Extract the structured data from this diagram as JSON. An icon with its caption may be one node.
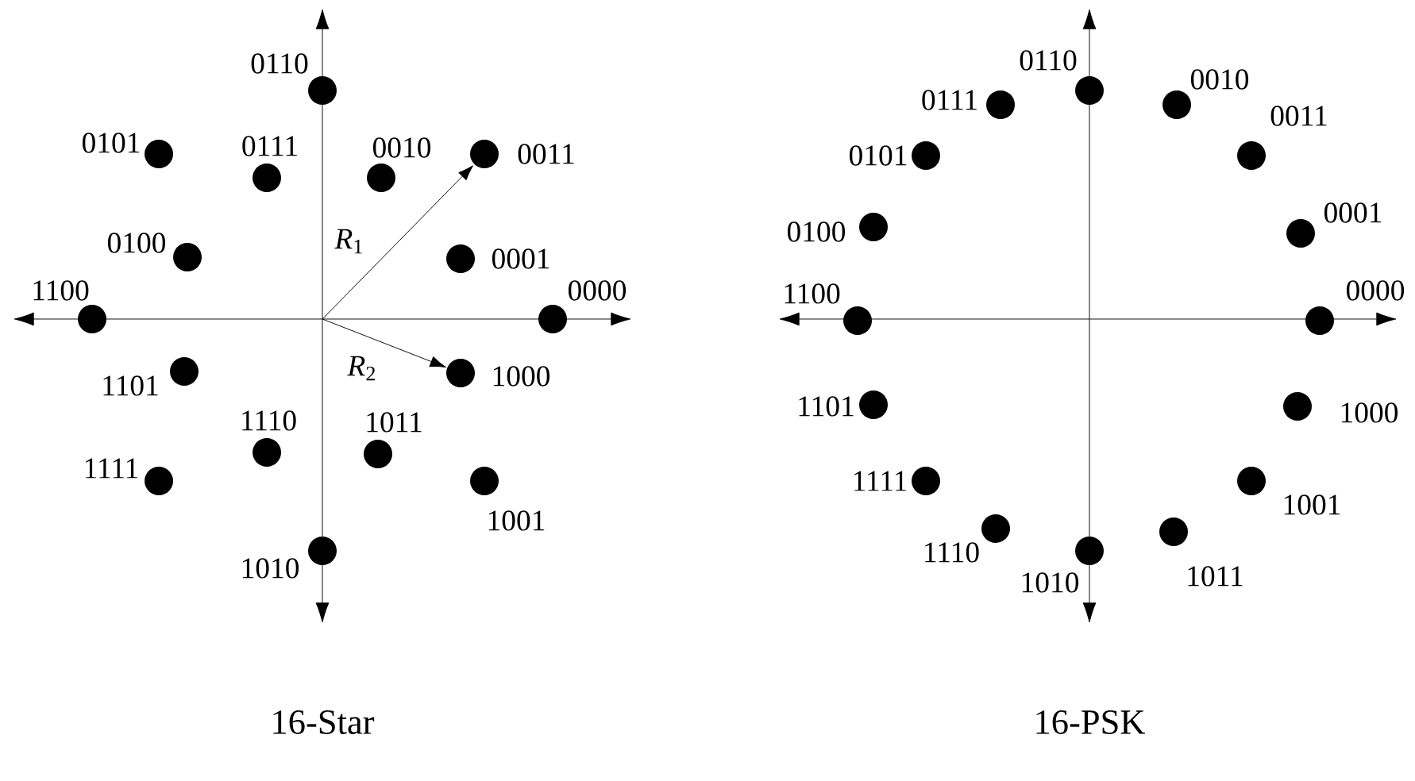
{
  "diagram": {
    "nodes": [
      {
        "text": [],
        "shape": "circle",
        "beside": [
          "0110"
        ]
      },
      {
        "text": [],
        "shape": "circle",
        "beside": [
          "0101"
        ]
      },
      {
        "text": [],
        "shape": "circle",
        "beside": [
          "0111"
        ]
      },
      {
        "text": [],
        "shape": "circle",
        "beside": [
          "0010"
        ]
      },
      {
        "text": [],
        "shape": "circle",
        "beside": [
          "0011"
        ]
      },
      {
        "text": [],
        "shape": "circle",
        "beside": [
          "0100"
        ]
      },
      {
        "text": [],
        "shape": "circle",
        "beside": [
          "0001"
        ]
      },
      {
        "text": [],
        "shape": "circle",
        "beside": [
          "1100"
        ]
      },
      {
        "text": [],
        "shape": "circle",
        "beside": [
          "0000"
        ]
      },
      {
        "text": [],
        "shape": "circle",
        "beside": [
          "1101"
        ]
      },
      {
        "text": [],
        "shape": "circle",
        "beside": [
          "1000"
        ]
      },
      {
        "text": [],
        "shape": "circle",
        "beside": [
          "1110"
        ]
      },
      {
        "text": [],
        "shape": "circle",
        "beside": [
          "1011"
        ]
      },
      {
        "text": [],
        "shape": "circle",
        "beside": [
          "1111"
        ]
      },
      {
        "text": [],
        "shape": "circle",
        "beside": [
          "1001"
        ]
      },
      {
        "text": [],
        "shape": "circle",
        "beside": [
          "1010"
        ]
      },
      {
        "text": [],
        "shape": "circle",
        "beside": [
          "0110"
        ]
      },
      {
        "text": [],
        "shape": "circle",
        "beside": [
          "0111"
        ]
      },
      {
        "text": [],
        "shape": "circle",
        "beside": [
          "0010"
        ]
      },
      {
        "text": [],
        "shape": "circle",
        "beside": [
          "0101"
        ]
      },
      {
        "text": [],
        "shape": "circle",
        "beside": [
          "0011"
        ]
      },
      {
        "text": [],
        "shape": "circle",
        "beside": [
          "0100"
        ]
      },
      {
        "text": [],
        "shape": "circle",
        "beside": [
          "0001"
        ]
      },
      {
        "text": [],
        "shape": "circle",
        "beside": [
          "1100"
        ]
      },
      {
        "text": [],
        "shape": "circle",
        "beside": [
          "0000"
        ]
      },
      {
        "text": [],
        "shape": "circle",
        "beside": [
          "1101"
        ]
      },
      {
        "text": [],
        "shape": "circle",
        "beside": [
          "1000"
        ]
      },
      {
        "text": [],
        "shape": "circle",
        "beside": [
          "1111"
        ]
      },
      {
        "text": [],
        "shape": "circle",
        "beside": [
          "1001"
        ]
      },
      {
        "text": [],
        "shape": "circle",
        "beside": [
          "1110"
        ]
      },
      {
        "text": [],
        "shape": "circle",
        "beside": [
          "1011"
        ]
      },
      {
        "text": [],
        "shape": "circle",
        "beside": [
          "1010"
        ]
      }
    ],
    "edges": [
      {
        "from": null,
        "to": 4,
        "arrow": "to",
        "label": "*R*$_{1}$"
      },
      {
        "from": null,
        "to": 10,
        "arrow": "to",
        "label": "*R*$_{2}$"
      }
    ],
    "labels": [
      "16-Star",
      "16-PSK"
    ]
  }
}
